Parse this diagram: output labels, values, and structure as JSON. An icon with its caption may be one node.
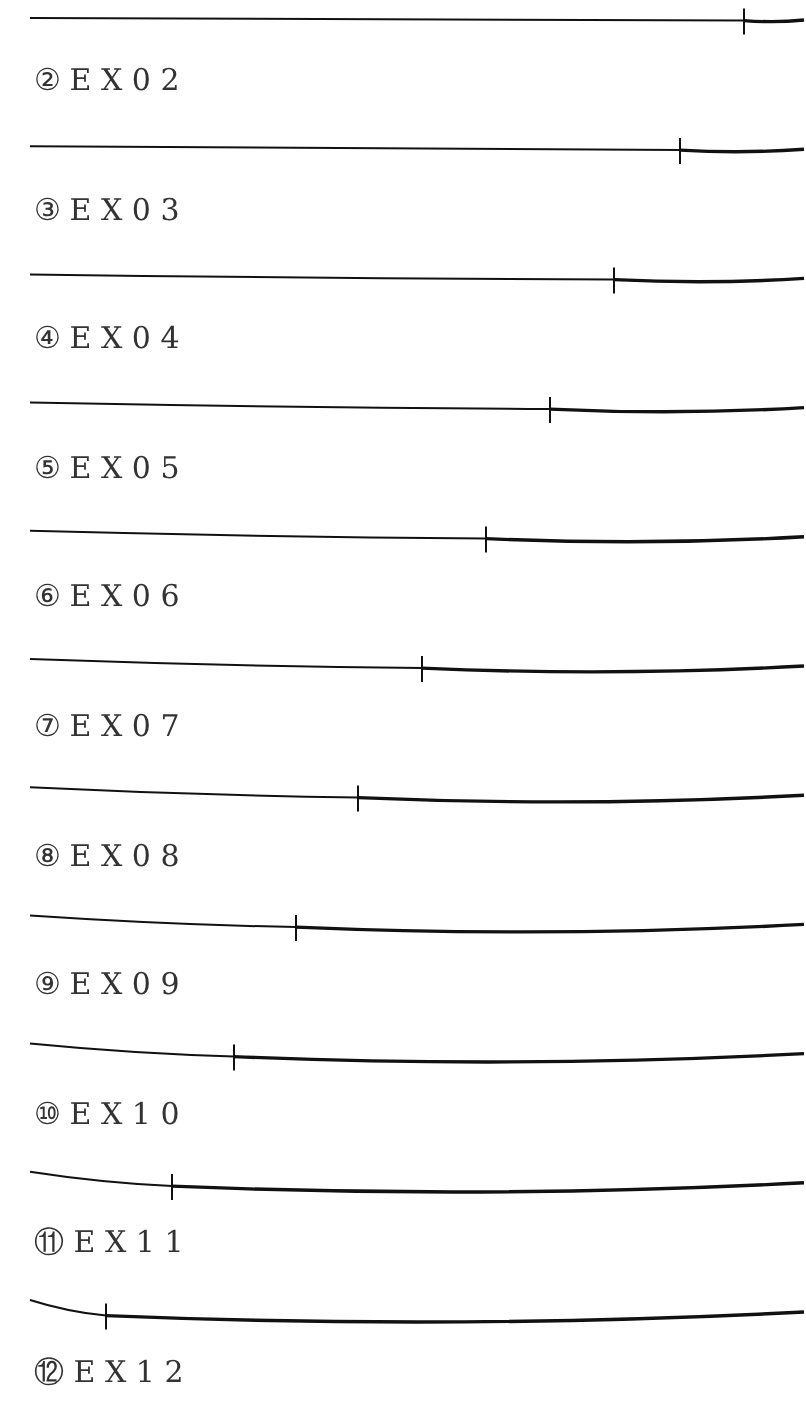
{
  "diagram": {
    "labels": [
      "② E X 0 2",
      "③ E X 0 3",
      "④ E X 0 4",
      "⑤ E X 0 5",
      "⑥ E X 0 6",
      "⑦ E X 0 7",
      "⑧ E X 0 8",
      "⑨ E X 0 9",
      "⑩ E X 1 0",
      "⑪ E X 1 1",
      "⑫ E X 1 2"
    ]
  }
}
